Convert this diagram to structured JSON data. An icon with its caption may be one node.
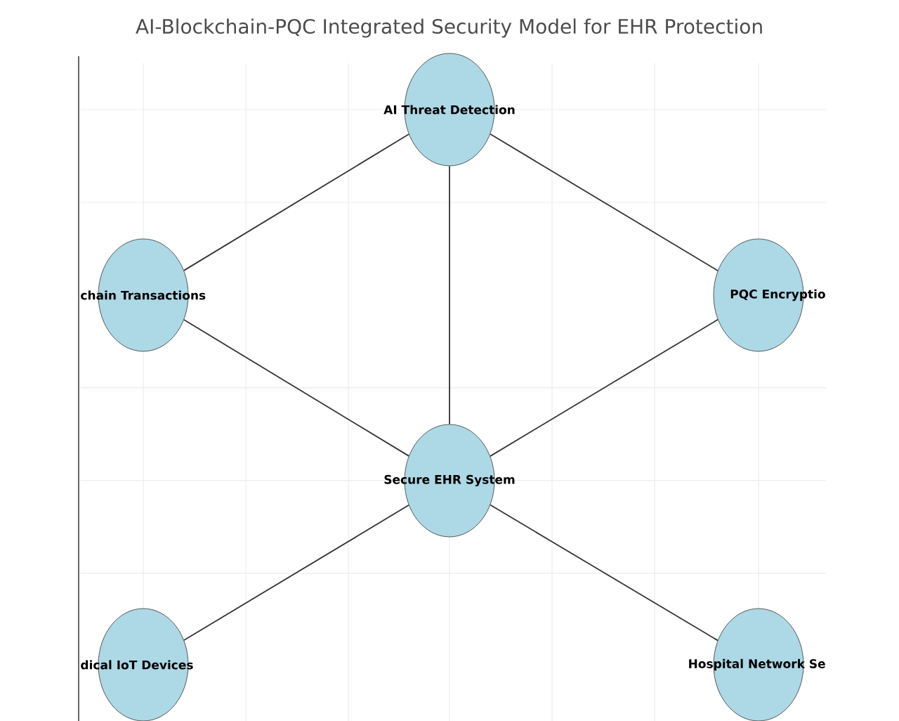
{
  "diagram": {
    "title": "AI-Blockchain-PQC Integrated Security Model for EHR Protection",
    "nodes": [
      {
        "text": [
          "AI Threat Detection"
        ]
      },
      {
        "text": [
          "chain Transactions"
        ]
      },
      {
        "text": [
          "PQC Encryptio"
        ]
      },
      {
        "text": [
          "Secure EHR System"
        ]
      },
      {
        "text": [
          "dical IoT Devices"
        ]
      },
      {
        "text": [
          "Hospital Network Se"
        ]
      }
    ],
    "edges": [
      {
        "from": 0,
        "to": 1,
        "arrow": "none"
      },
      {
        "from": 0,
        "to": 2,
        "arrow": "none"
      },
      {
        "from": 0,
        "to": 3,
        "arrow": "none"
      },
      {
        "from": 1,
        "to": 3,
        "arrow": "none"
      },
      {
        "from": 2,
        "to": 3,
        "arrow": "none"
      },
      {
        "from": 3,
        "to": 4,
        "arrow": "none"
      },
      {
        "from": 3,
        "to": 5,
        "arrow": "none"
      }
    ]
  }
}
